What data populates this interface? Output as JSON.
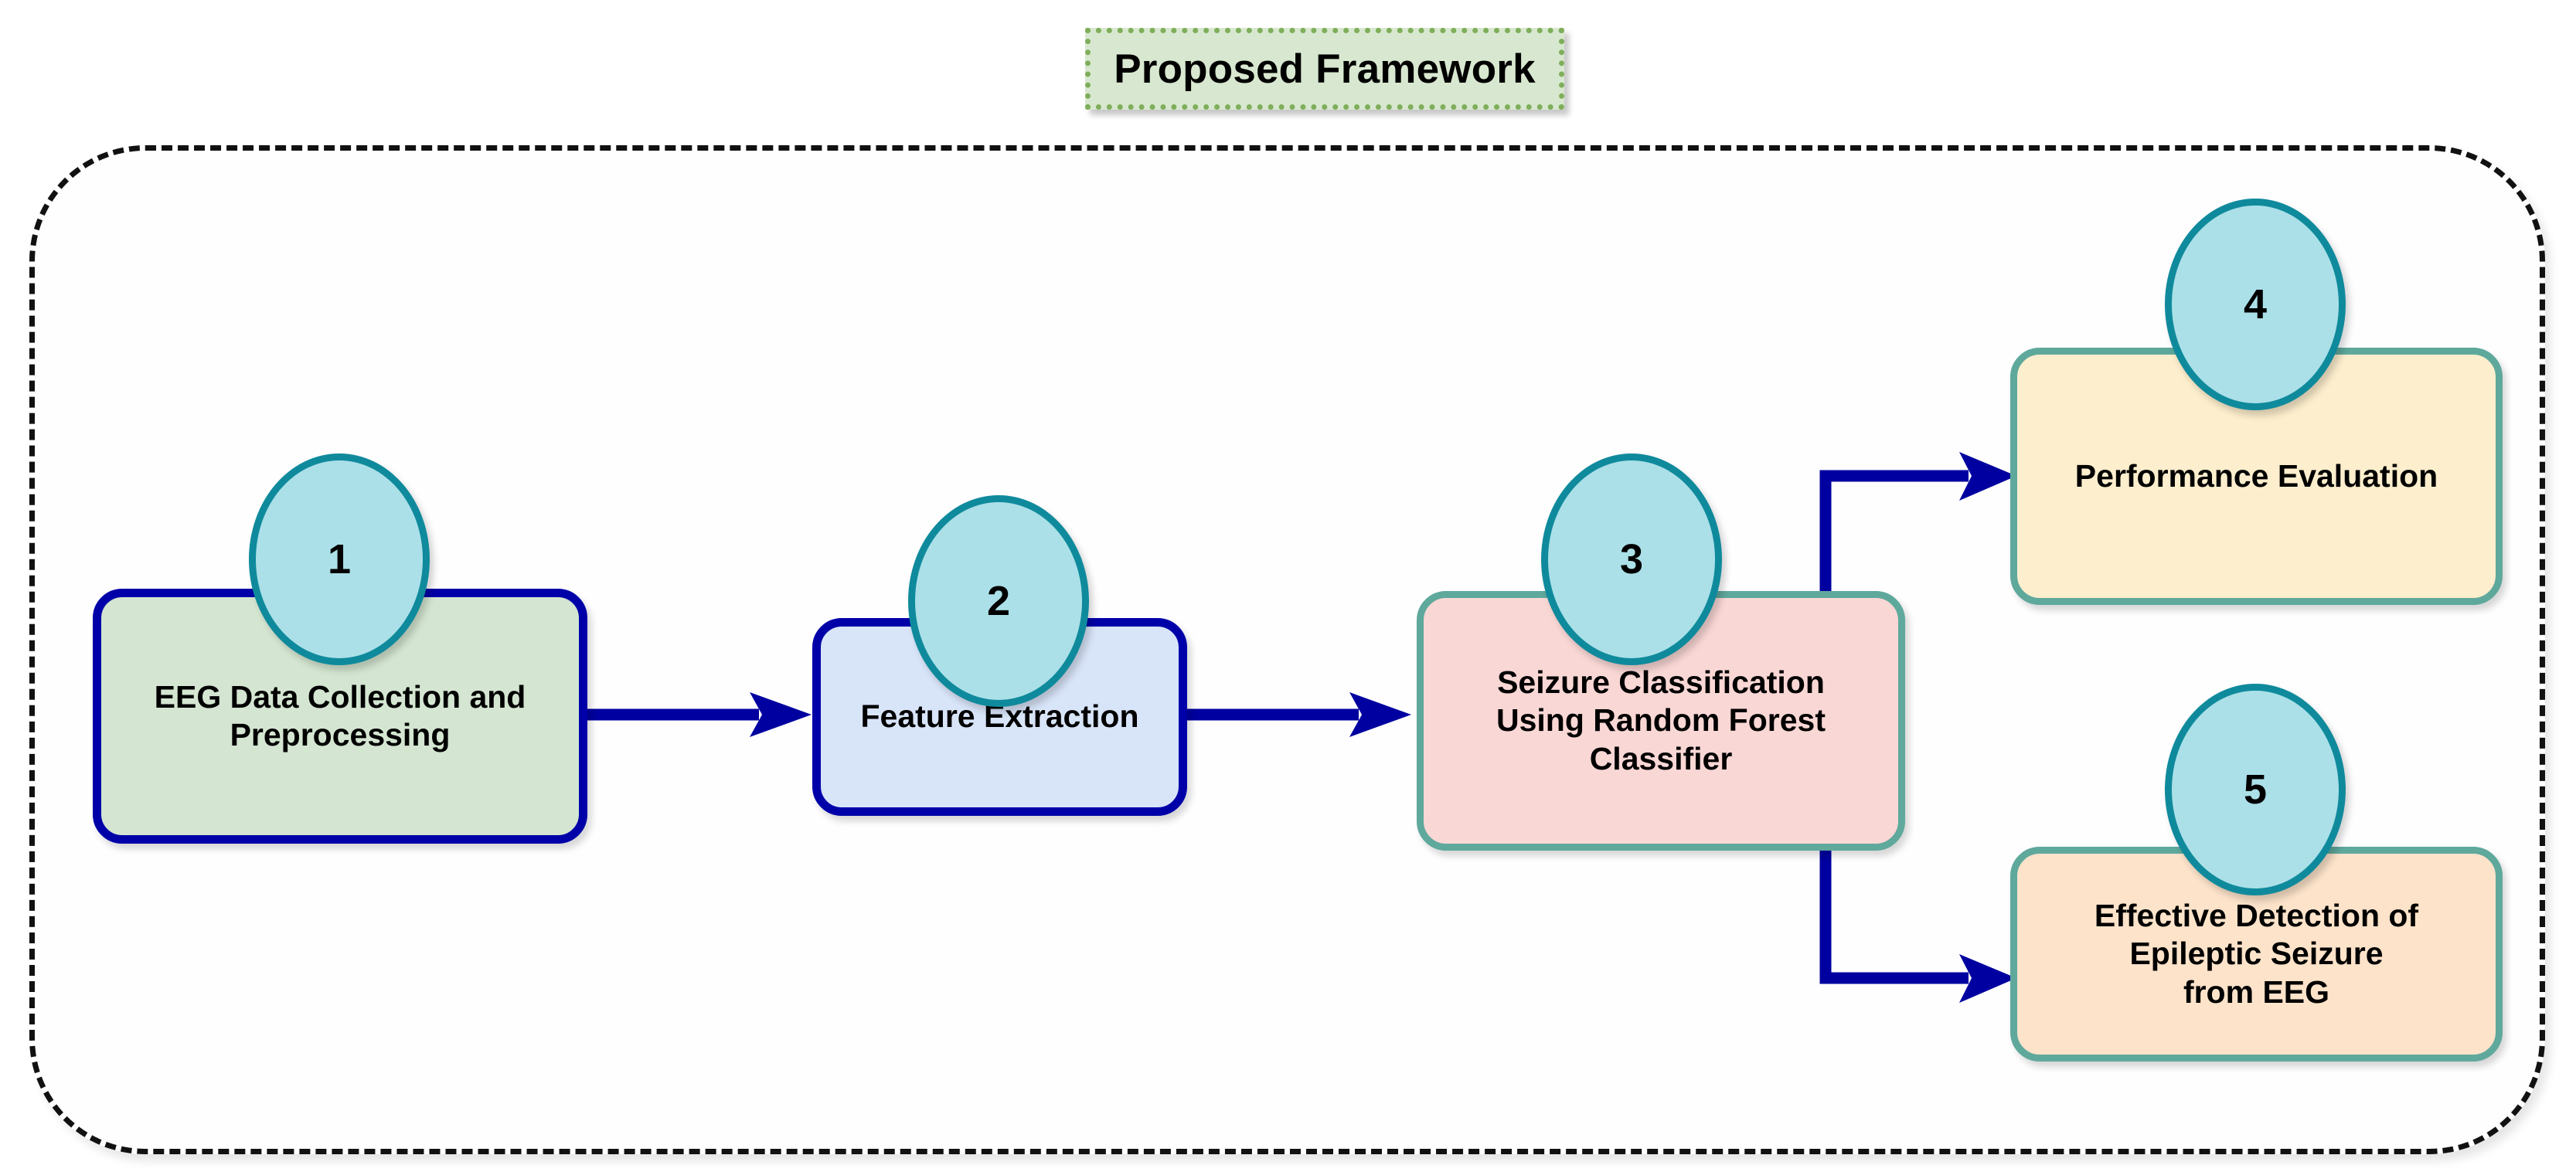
{
  "figure": {
    "title": "Proposed Framework",
    "type": "flowchart-diagram"
  },
  "colors": {
    "title_fill": "#d8e8d0",
    "title_border": "#7fae5a",
    "frame_border": "#111111",
    "badge_fill": "#abe0e8",
    "badge_border": "#0f8a9c",
    "arrow": "#0000a0",
    "navy_border": "#0000a8",
    "sage_border": "#5fa89c",
    "node1_fill": "#d4e6d1",
    "node2_fill": "#d8e4f8",
    "node3_fill": "#f9d7d5",
    "node4_fill": "#fdeecd",
    "node5_fill": "#fce3ca"
  },
  "nodes": [
    {
      "number": "1",
      "label": "EEG Data Collection and\nPreprocessing"
    },
    {
      "number": "2",
      "label": "Feature Extraction"
    },
    {
      "number": "3",
      "label": "Seizure Classification\nUsing Random Forest\nClassifier"
    },
    {
      "number": "4",
      "label": "Performance Evaluation"
    },
    {
      "number": "5",
      "label": "Effective Detection of\nEpileptic Seizure\nfrom EEG"
    }
  ],
  "connectors": [
    {
      "from": "1",
      "to": "2",
      "style": "straight-arrow-right"
    },
    {
      "from": "2",
      "to": "3",
      "style": "straight-arrow-right"
    },
    {
      "from": "3",
      "to": "4",
      "style": "elbow-up-right-arrow"
    },
    {
      "from": "3",
      "to": "5",
      "style": "elbow-down-right-arrow"
    }
  ]
}
